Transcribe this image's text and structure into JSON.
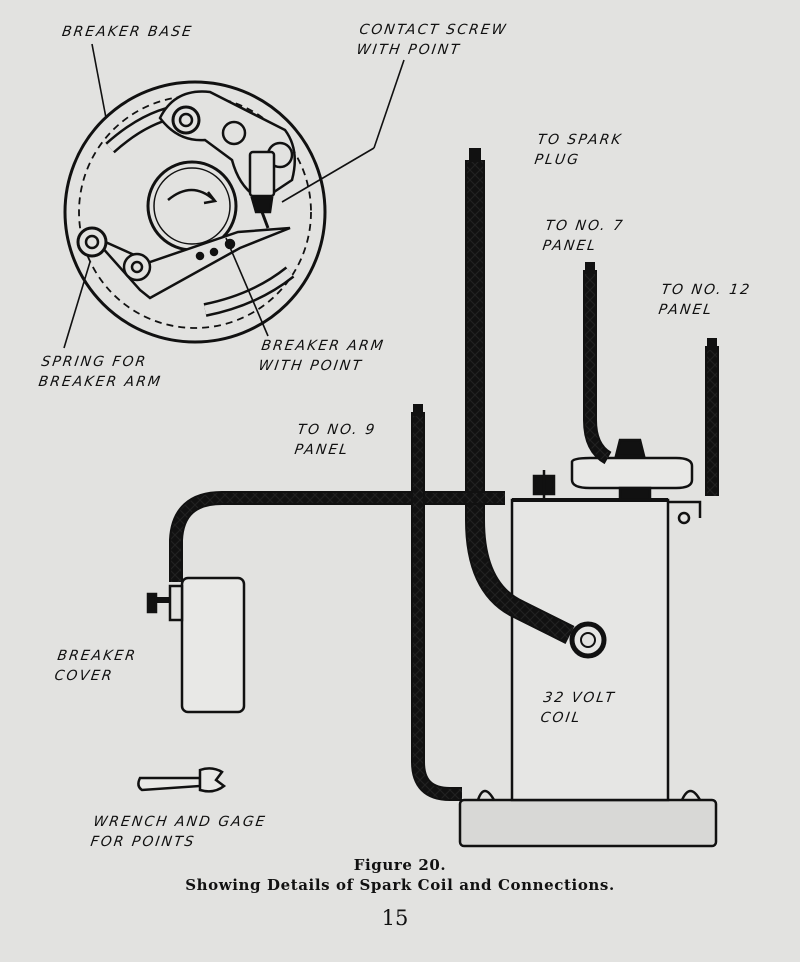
{
  "labels": {
    "breaker_base": "BREAKER BASE",
    "contact_screw": "CONTACT SCREW\nWITH POINT",
    "to_spark_plug": "TO SPARK\nPLUG",
    "to_no7": "TO NO. 7\nPANEL",
    "to_no12": "TO NO. 12\nPANEL",
    "spring": "SPRING FOR\nBREAKER ARM",
    "breaker_arm": "BREAKER ARM\nWITH POINT",
    "to_no9": "TO NO. 9\nPANEL",
    "breaker_cover": "BREAKER\nCOVER",
    "coil": "32 VOLT\nCOIL",
    "wrench": "WRENCH AND GAGE\nFOR POINTS"
  },
  "caption": {
    "figure": "Figure 20.",
    "text": "Showing Details of Spark Coil and Connections."
  },
  "page_number": "15"
}
